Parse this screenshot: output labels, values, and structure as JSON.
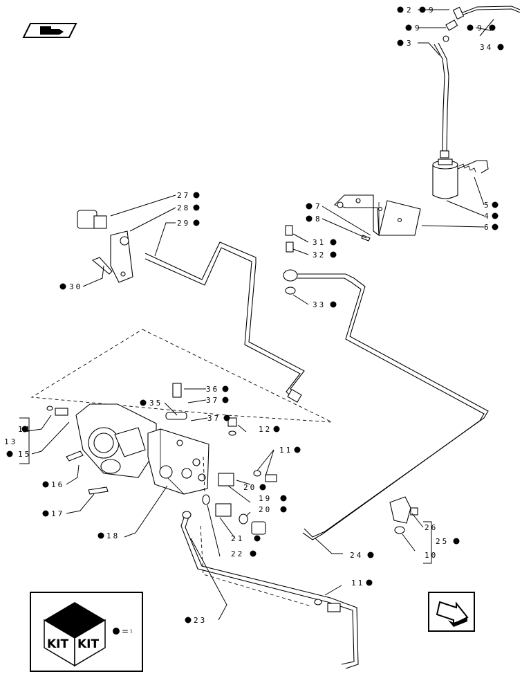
{
  "callouts": {
    "c2": "2",
    "c9a": "9",
    "c9b": "9",
    "c9c": "9",
    "c3": "3",
    "c34": "34",
    "c27": "27",
    "c28": "28",
    "c29": "29",
    "c30": "30",
    "c7": "7",
    "c8": "8",
    "c5": "5",
    "c4": "4",
    "c6": "6",
    "c31": "31",
    "c32": "32",
    "c33": "33",
    "c36": "36",
    "c37a": "37",
    "c35": "35",
    "c37b": "37",
    "c12": "12",
    "c11a": "11",
    "c14": "14",
    "c13": "13",
    "c15": "15",
    "c16": "16",
    "c17": "17",
    "c18": "18",
    "c20a": "20",
    "c19": "19",
    "c20b": "20",
    "c21": "21",
    "c22": "22",
    "c26": "26",
    "c25": "25",
    "c10": "10",
    "c24": "24",
    "c11b": "11",
    "c23": "23"
  },
  "legend": {
    "kit_left": "KIT",
    "kit_right": "KIT",
    "equals": "=",
    "note": "1"
  },
  "icons": {
    "top_left": "book-arrow-icon",
    "bottom_right": "next-page-arrow-icon"
  }
}
